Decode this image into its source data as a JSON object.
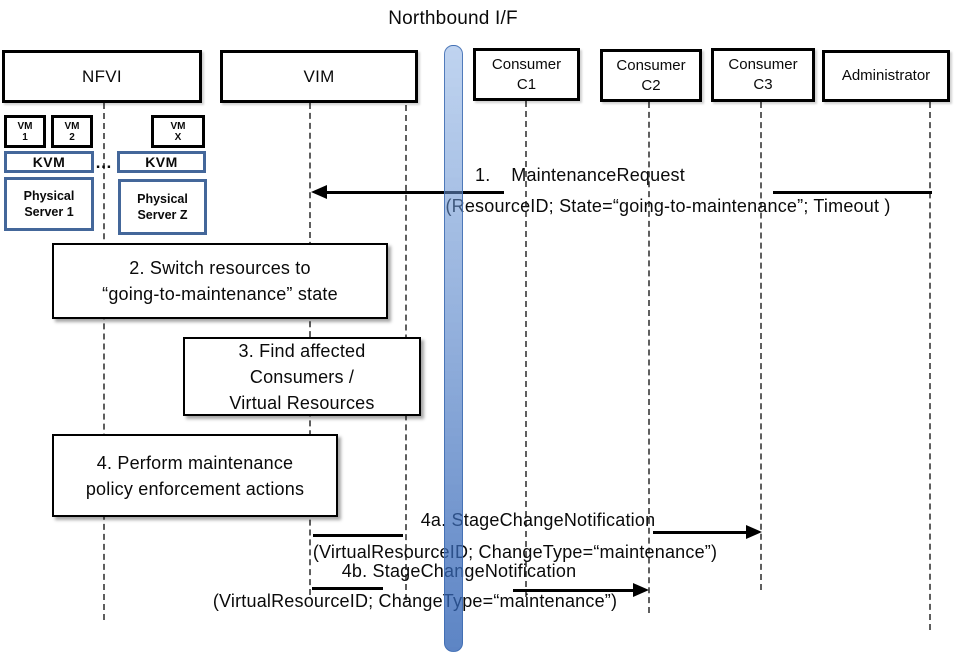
{
  "title": "Northbound I/F",
  "colors": {
    "box_border_black": "#000000",
    "box_border_blue": "#44679a",
    "lifeline_gray": "#5f5f5f",
    "bar_blue_top": "#a6c4ea",
    "bar_blue_bottom": "#5b8bd0"
  },
  "actors": {
    "nfvi": {
      "label": "NFVI"
    },
    "vim": {
      "label": "VIM"
    },
    "c1": {
      "line1": "Consumer",
      "line2": "C1"
    },
    "c2": {
      "line1": "Consumer",
      "line2": "C2"
    },
    "c3": {
      "line1": "Consumer",
      "line2": "C3"
    },
    "admin": {
      "label": "Administrator"
    }
  },
  "nfvi_internal": {
    "vm1": {
      "line1": "VM",
      "line2": "1"
    },
    "vm2": {
      "line1": "VM",
      "line2": "2"
    },
    "vmx": {
      "line1": "VM",
      "line2": "X"
    },
    "kvm1": "KVM",
    "kvm2": "KVM",
    "dots": "…",
    "ps1": {
      "line1": "Physical",
      "line2": "Server 1"
    },
    "psz": {
      "line1": "Physical",
      "line2": "Server Z"
    }
  },
  "steps": {
    "s2": {
      "line1": "2. Switch resources to",
      "line2": "“going-to-maintenance” state"
    },
    "s3": {
      "line1": "3. Find affected",
      "line2": "Consumers /",
      "line3": "Virtual Resources"
    },
    "s4": {
      "line1": "4. Perform maintenance",
      "line2": "policy enforcement actions"
    }
  },
  "messages": {
    "m1": {
      "line1": "1.    MaintenanceRequest",
      "line2": "(ResourceID; State=“going-to-maintenance”; Timeout )"
    },
    "m4a": {
      "line1": "4a. StageChangeNotification",
      "line2": "(VirtualResourceID; ChangeType=“maintenance”)"
    },
    "m4b": {
      "line1": "4b. StageChangeNotification",
      "line2": "(VirtualResourceID; ChangeType=“maintenance”)"
    }
  }
}
